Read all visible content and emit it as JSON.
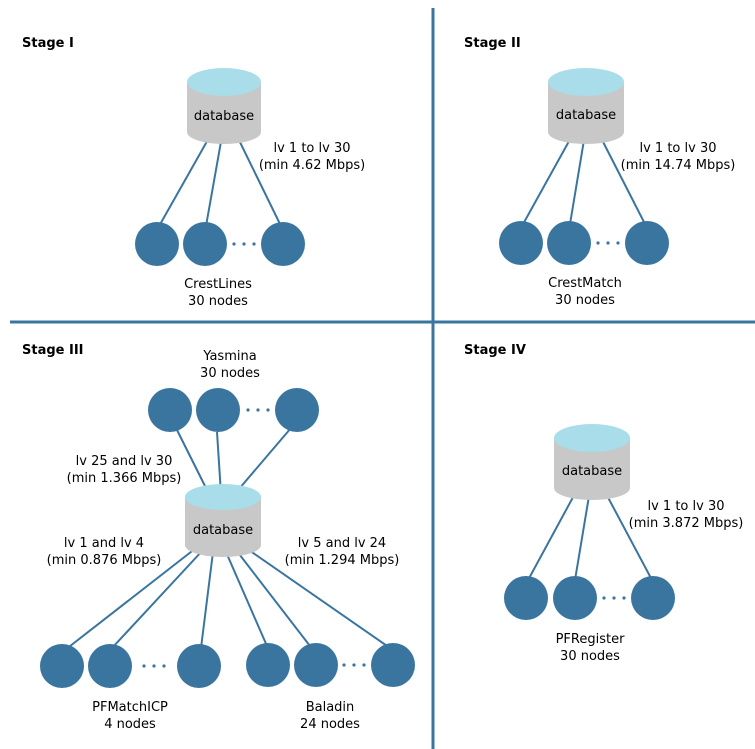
{
  "colors": {
    "node": "#3a75a0",
    "edge": "#3a75a0",
    "divider": "#3a75a0",
    "db_top": "#a9dde9",
    "db_body": "#c8c8c8"
  },
  "stages": [
    {
      "title": "Stage I",
      "db_label": "database",
      "link_line1": "lv 1 to lv 30",
      "link_line2": "(min 4.62 Mbps)",
      "group_name": "CrestLines",
      "group_count": "30 nodes"
    },
    {
      "title": "Stage II",
      "db_label": "database",
      "link_line1": "lv 1 to lv 30",
      "link_line2": "(min 14.74 Mbps)",
      "group_name": "CrestMatch",
      "group_count": "30 nodes"
    },
    {
      "title": "Stage III",
      "db_label": "database",
      "top_group": {
        "name": "Yasmina",
        "count": "30 nodes",
        "link_line1": "lv 25 and lv 30",
        "link_line2": "(min 1.366 Mbps)"
      },
      "left_group": {
        "name": "PFMatchICP",
        "count": "4 nodes",
        "link_line1": "lv 1 and lv 4",
        "link_line2": "(min 0.876 Mbps)"
      },
      "right_group": {
        "name": "Baladin",
        "count": "24 nodes",
        "link_line1": "lv 5 and lv 24",
        "link_line2": "(min 1.294 Mbps)"
      }
    },
    {
      "title": "Stage IV",
      "db_label": "database",
      "link_line1": "lv 1 to lv 30",
      "link_line2": "(min 3.872 Mbps)",
      "group_name": "PFRegister",
      "group_count": "30 nodes"
    }
  ]
}
